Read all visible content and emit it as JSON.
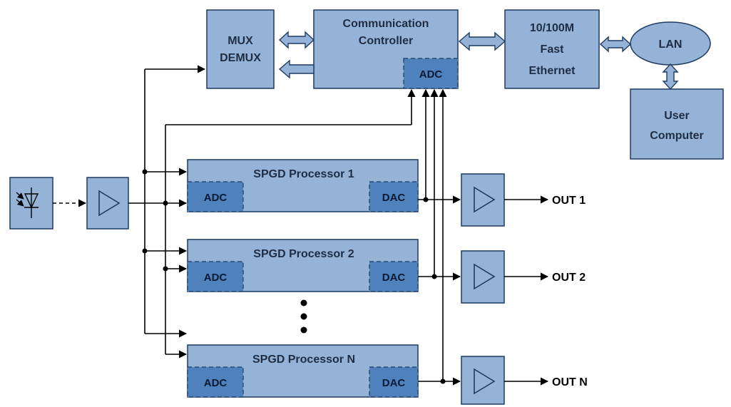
{
  "blocks": {
    "mux": [
      "MUX",
      "DEMUX"
    ],
    "comm_controller": [
      "Communication",
      "Controller"
    ],
    "comm_adc": "ADC",
    "ethernet": [
      "10/100M",
      "Fast",
      "Ethernet"
    ],
    "lan": "LAN",
    "user_computer": [
      "User",
      "Computer"
    ]
  },
  "processors": [
    {
      "title": "SPGD Processor 1",
      "adc": "ADC",
      "dac": "DAC",
      "output": "OUT 1"
    },
    {
      "title": "SPGD Processor 2",
      "adc": "ADC",
      "dac": "DAC",
      "output": "OUT 2"
    },
    {
      "title": "SPGD Processor N",
      "adc": "ADC",
      "dac": "DAC",
      "output": "OUT N"
    }
  ],
  "icons": {
    "photodetector": "photodiode-icon",
    "amplifier": "amplifier-triangle-icon"
  }
}
